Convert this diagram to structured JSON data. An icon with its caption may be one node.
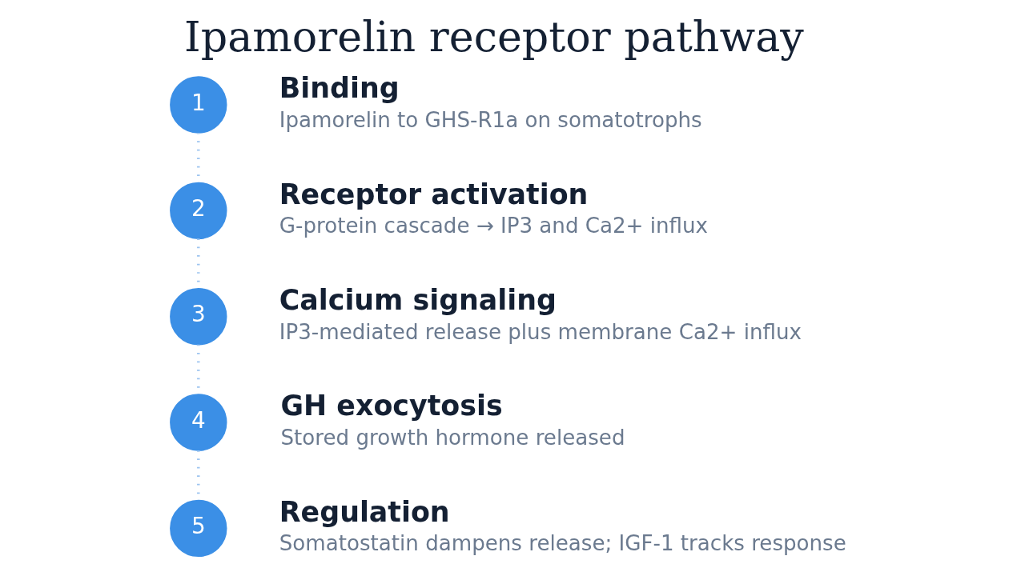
{
  "diagram": {
    "title": "Ipamorelin receptor pathway",
    "nodes": [
      {
        "text": [
          "1"
        ],
        "beside": [
          "Binding",
          "Ipamorelin to GHS-R1a on somatotrophs"
        ]
      },
      {
        "text": [
          "2"
        ],
        "beside": [
          "Receptor activation",
          "G-protein cascade → IP3 and Ca2+ influx"
        ]
      },
      {
        "text": [
          "3"
        ],
        "beside": [
          "Calcium signaling",
          "IP3-mediated release plus membrane Ca2+ influx"
        ]
      },
      {
        "text": [
          "4"
        ],
        "beside": [
          "GH exocytosis",
          "Stored growth hormone released"
        ]
      },
      {
        "text": [
          "5"
        ],
        "beside": [
          "Regulation",
          "Somatostatin dampens release; IGF-1 tracks response"
        ]
      }
    ],
    "edges": [
      {
        "from": 0,
        "to": 1,
        "arrow": "none"
      },
      {
        "from": 1,
        "to": 2,
        "arrow": "none"
      },
      {
        "from": 2,
        "to": 3,
        "arrow": "none"
      },
      {
        "from": 3,
        "to": 4,
        "arrow": "none"
      }
    ]
  }
}
